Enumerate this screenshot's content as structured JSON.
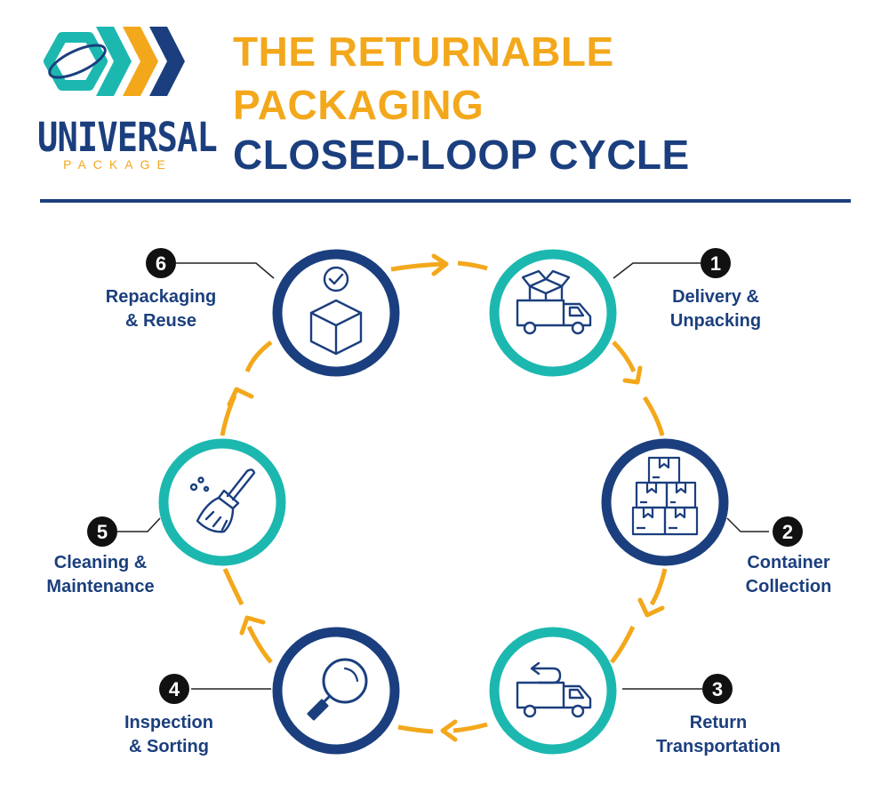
{
  "brand": {
    "name": "UNIVERSAL",
    "tagline": "PACKAGE",
    "colors": {
      "navy": "#1b3f7e",
      "teal": "#1cb8b0",
      "gold": "#f3a81c"
    }
  },
  "title": {
    "line1": "THE RETURNABLE",
    "line2": "PACKAGING",
    "line3": "CLOSED-LOOP CYCLE"
  },
  "steps": [
    {
      "number": "1",
      "line1": "Delivery &",
      "line2": "Unpacking",
      "icon": "delivery-truck-open-box-icon",
      "ring": "teal"
    },
    {
      "number": "2",
      "line1": "Container",
      "line2": "Collection",
      "icon": "stacked-boxes-icon",
      "ring": "navy"
    },
    {
      "number": "3",
      "line1": "Return",
      "line2": "Transportation",
      "icon": "return-truck-icon",
      "ring": "teal"
    },
    {
      "number": "4",
      "line1": "Inspection",
      "line2": "& Sorting",
      "icon": "magnifying-glass-icon",
      "ring": "navy"
    },
    {
      "number": "5",
      "line1": "Cleaning &",
      "line2": "Maintenance",
      "icon": "broom-icon",
      "ring": "teal"
    },
    {
      "number": "6",
      "line1": "Repackaging",
      "line2": "& Reuse",
      "icon": "box-checkmark-icon",
      "ring": "navy"
    }
  ]
}
